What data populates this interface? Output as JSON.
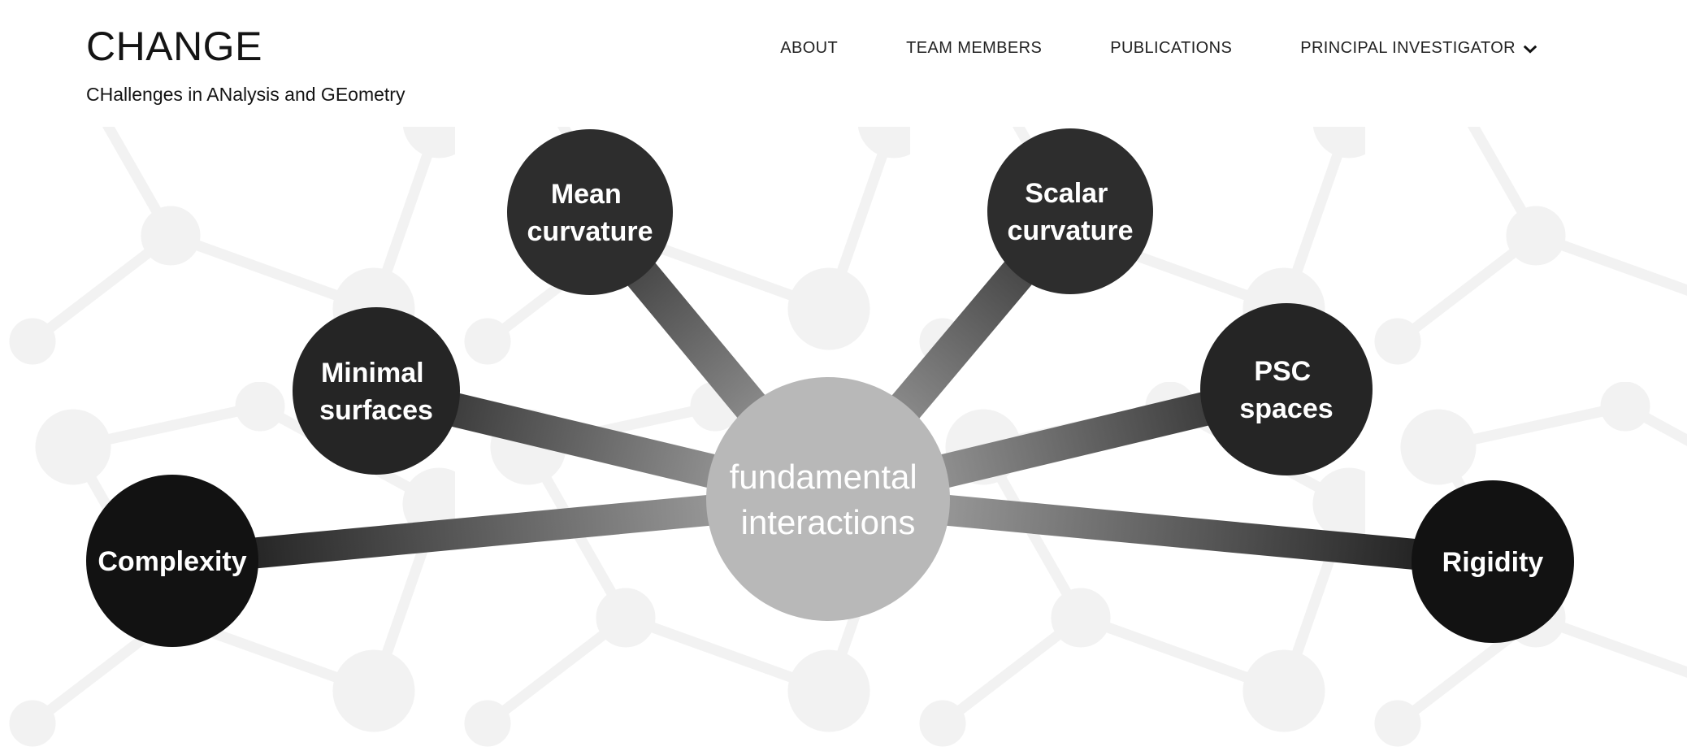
{
  "header": {
    "title": "CHANGE",
    "subtitle": "CHallenges in ANalysis and GEometry",
    "nav": [
      {
        "label": "ABOUT",
        "dropdown": false
      },
      {
        "label": "TEAM MEMBERS",
        "dropdown": false
      },
      {
        "label": "PUBLICATIONS",
        "dropdown": false
      },
      {
        "label": "PRINCIPAL INVESTIGATOR",
        "dropdown": true
      }
    ]
  },
  "diagram": {
    "type": "mindmap",
    "center": {
      "id": "fundamental-interactions",
      "lines": [
        "fundamental",
        "interactions"
      ],
      "color": "#b8b8b8",
      "text_color": "#ffffff"
    },
    "nodes": [
      {
        "id": "mean-curvature",
        "lines": [
          "Mean",
          "curvature"
        ],
        "color": "#2d2d2d"
      },
      {
        "id": "minimal-surfaces",
        "lines": [
          "Minimal",
          "surfaces"
        ],
        "color": "#252525"
      },
      {
        "id": "complexity",
        "lines": [
          "Complexity"
        ],
        "color": "#121212"
      },
      {
        "id": "scalar-curvature",
        "lines": [
          "Scalar",
          "curvature"
        ],
        "color": "#2d2d2d"
      },
      {
        "id": "psc-spaces",
        "lines": [
          "PSC",
          "spaces"
        ],
        "color": "#252525"
      },
      {
        "id": "rigidity",
        "lines": [
          "Rigidity"
        ],
        "color": "#121212"
      }
    ],
    "connection_end_color": "#b2b2b2",
    "text_color": "#ffffff",
    "background_pattern_color": "#f2f2f2"
  }
}
